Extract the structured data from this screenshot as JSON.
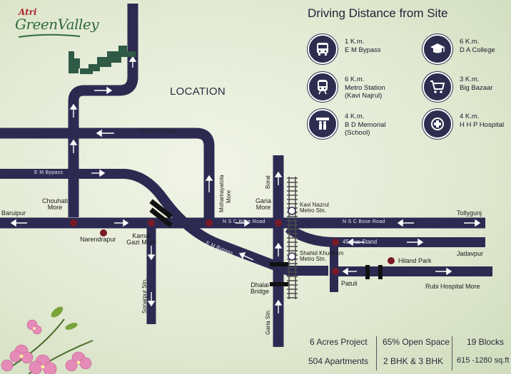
{
  "brand": {
    "prefix": "Atri",
    "name": "GreenValley"
  },
  "map_title": "LOCATION",
  "driving": {
    "title": "Driving Distance from Site",
    "items": [
      {
        "icon": "bus-icon",
        "distance": "1 K.m.",
        "place": [
          "E M Bypass"
        ]
      },
      {
        "icon": "metro-train-icon",
        "distance": "6 K.m.",
        "place": [
          "Metro Station",
          "(Kavi Najrul)"
        ]
      },
      {
        "icon": "school-icon",
        "distance": "4 K.m.",
        "place": [
          "B D Memorial",
          "(School)"
        ]
      },
      {
        "icon": "graduation-cap-icon",
        "distance": "6 K.m.",
        "place": [
          "D A College"
        ]
      },
      {
        "icon": "shopping-cart-icon",
        "distance": "3 K.m.",
        "place": [
          "Big Bazaar"
        ]
      },
      {
        "icon": "hospital-icon",
        "distance": "4 K.m.",
        "place": [
          "H H P Hospital"
        ]
      }
    ]
  },
  "places": {
    "baruipur": "Baruipur",
    "chouhati": [
      "Chouhati",
      "More"
    ],
    "narendrapur": "Narendrapur",
    "kamal_gazi": [
      "Kamal",
      "Gazi More"
    ],
    "sonarpur": "Sonarpur Stn.",
    "mohamayatola": [
      "Mohamayatola",
      "More"
    ],
    "boral": "Boral",
    "garia_more": [
      "Garia",
      "More"
    ],
    "kavi_nazrul": [
      "Kavi Nazrul",
      "Metro Stn."
    ],
    "shahid_khudiram": [
      "Shahid Khudiram",
      "Metro Stn."
    ],
    "bus_stand": "45 Bus Stand",
    "hiland_park": "Hiland Park",
    "patuli": "Patuli",
    "dhalai": [
      "Dhalai",
      "Bridge"
    ],
    "garia_stn": "Garia Stn.",
    "tollygunj": "Tollygunj",
    "jadavpur": "Jadavpur",
    "rubi": "Rubi Hospital More"
  },
  "roads": {
    "ramchandrapur": "Ramchandrapur",
    "em_bypass": "E M Bypass",
    "em_bypass_diag": "E M Bypass",
    "nsc_bose_left": "N S C Bose Road",
    "nsc_bose_right": "N S C Bose Road"
  },
  "highlights": [
    [
      "6 Acres Project",
      "504 Apartments"
    ],
    [
      "65% Open Space",
      "2 BHK & 3 BHK"
    ],
    [
      "19 Blocks",
      "615 -1280 sq.ft"
    ]
  ],
  "colors": {
    "road": "#2d2a52",
    "marker": "#7a1a26",
    "accent_green": "#2f6a3a",
    "logo_red": "#b2262e"
  }
}
